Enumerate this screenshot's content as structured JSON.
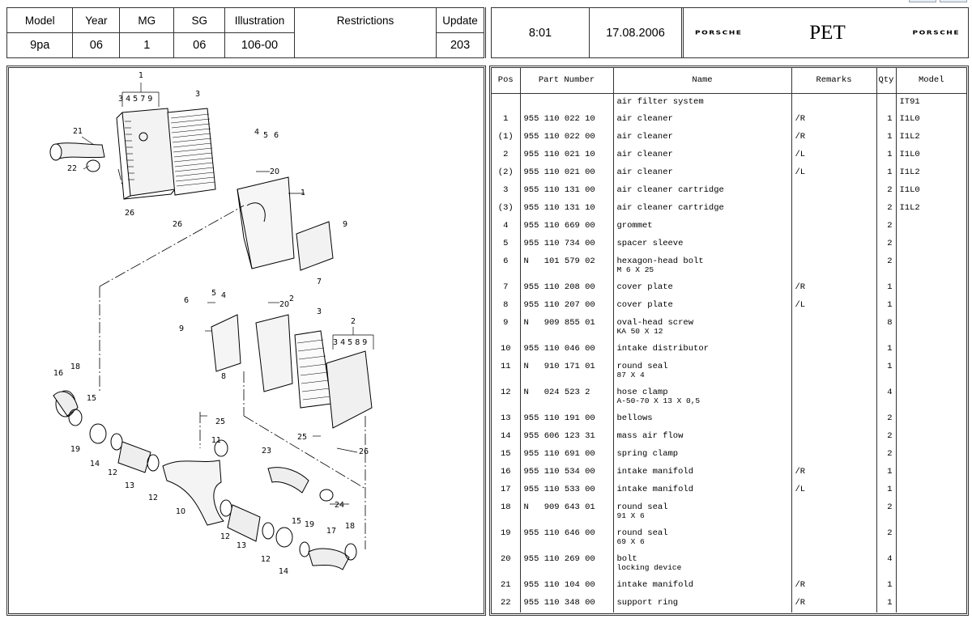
{
  "header": {
    "labels": {
      "model": "Model",
      "year": "Year",
      "mg": "MG",
      "sg": "SG",
      "illustration": "Illustration",
      "restrictions": "Restrictions",
      "update": "Update"
    },
    "values": {
      "model": "9pa",
      "year": "06",
      "mg": "1",
      "sg": "06",
      "illustration": "106-00",
      "restrictions": "",
      "update": "203"
    },
    "time": "8:01",
    "date": "17.08.2006",
    "brand_left": "PORSCHE",
    "app_name": "PET",
    "brand_right": "PORSCHE"
  },
  "parts_table": {
    "columns": [
      "Pos",
      "Part Number",
      "Name",
      "Remarks",
      "Qty",
      "Model"
    ],
    "rows": [
      {
        "pos": "",
        "part": "",
        "name": "air filter system",
        "name2": "",
        "remarks": "",
        "qty": "",
        "model": "IT91"
      },
      {
        "pos": "1",
        "part": "955 110 022 10",
        "name": "air cleaner",
        "name2": "",
        "remarks": "/R",
        "qty": "1",
        "model": "I1L0"
      },
      {
        "pos": "(1)",
        "part": "955 110 022 00",
        "name": "air cleaner",
        "name2": "",
        "remarks": "/R",
        "qty": "1",
        "model": "I1L2"
      },
      {
        "pos": "2",
        "part": "955 110 021 10",
        "name": "air cleaner",
        "name2": "",
        "remarks": "/L",
        "qty": "1",
        "model": "I1L0"
      },
      {
        "pos": "(2)",
        "part": "955 110 021 00",
        "name": "air cleaner",
        "name2": "",
        "remarks": "/L",
        "qty": "1",
        "model": "I1L2"
      },
      {
        "pos": "3",
        "part": "955 110 131 00",
        "name": "air cleaner cartridge",
        "name2": "",
        "remarks": "",
        "qty": "2",
        "model": "I1L0"
      },
      {
        "pos": "(3)",
        "part": "955 110 131 10",
        "name": "air cleaner cartridge",
        "name2": "",
        "remarks": "",
        "qty": "2",
        "model": "I1L2"
      },
      {
        "pos": "4",
        "part": "955 110 669 00",
        "name": "grommet",
        "name2": "",
        "remarks": "",
        "qty": "2",
        "model": ""
      },
      {
        "pos": "5",
        "part": "955 110 734 00",
        "name": "spacer sleeve",
        "name2": "",
        "remarks": "",
        "qty": "2",
        "model": ""
      },
      {
        "pos": "6",
        "part": "N   101 579 02",
        "name": "hexagon-head bolt",
        "name2": "M 6 X 25",
        "remarks": "",
        "qty": "2",
        "model": ""
      },
      {
        "pos": "7",
        "part": "955 110 208 00",
        "name": "cover plate",
        "name2": "",
        "remarks": "/R",
        "qty": "1",
        "model": ""
      },
      {
        "pos": "8",
        "part": "955 110 207 00",
        "name": "cover plate",
        "name2": "",
        "remarks": "/L",
        "qty": "1",
        "model": ""
      },
      {
        "pos": "9",
        "part": "N   909 855 01",
        "name": "oval-head screw",
        "name2": "KA 50 X 12",
        "remarks": "",
        "qty": "8",
        "model": ""
      },
      {
        "pos": "10",
        "part": "955 110 046 00",
        "name": "intake distributor",
        "name2": "",
        "remarks": "",
        "qty": "1",
        "model": ""
      },
      {
        "pos": "11",
        "part": "N   910 171 01",
        "name": "round seal",
        "name2": "87 X 4",
        "remarks": "",
        "qty": "1",
        "model": ""
      },
      {
        "pos": "12",
        "part": "N   024 523 2",
        "name": "hose clamp",
        "name2": "A-50-70 X 13 X 0,5",
        "remarks": "",
        "qty": "4",
        "model": ""
      },
      {
        "pos": "13",
        "part": "955 110 191 00",
        "name": "bellows",
        "name2": "",
        "remarks": "",
        "qty": "2",
        "model": ""
      },
      {
        "pos": "14",
        "part": "955 606 123 31",
        "name": "mass air flow",
        "name2": "",
        "remarks": "",
        "qty": "2",
        "model": ""
      },
      {
        "pos": "15",
        "part": "955 110 691 00",
        "name": "spring clamp",
        "name2": "",
        "remarks": "",
        "qty": "2",
        "model": ""
      },
      {
        "pos": "16",
        "part": "955 110 534 00",
        "name": "intake manifold",
        "name2": "",
        "remarks": "/R",
        "qty": "1",
        "model": ""
      },
      {
        "pos": "17",
        "part": "955 110 533 00",
        "name": "intake manifold",
        "name2": "",
        "remarks": "/L",
        "qty": "1",
        "model": ""
      },
      {
        "pos": "18",
        "part": "N   909 643 01",
        "name": "round seal",
        "name2": "91 X 6",
        "remarks": "",
        "qty": "2",
        "model": ""
      },
      {
        "pos": "19",
        "part": "955 110 646 00",
        "name": "round seal",
        "name2": "69 X 6",
        "remarks": "",
        "qty": "2",
        "model": ""
      },
      {
        "pos": "20",
        "part": "955 110 269 00",
        "name": "bolt",
        "name2": "locking device",
        "remarks": "",
        "qty": "4",
        "model": ""
      },
      {
        "pos": "21",
        "part": "955 110 104 00",
        "name": "intake manifold",
        "name2": "",
        "remarks": "/R",
        "qty": "1",
        "model": ""
      },
      {
        "pos": "22",
        "part": "955 110 348 00",
        "name": "support ring",
        "name2": "",
        "remarks": "/R",
        "qty": "1",
        "model": ""
      }
    ]
  },
  "illustration": {
    "callouts": [
      "1",
      "3",
      "4",
      "5",
      "6",
      "20",
      "1",
      "21",
      "22",
      "26",
      "26",
      "9",
      "7",
      "5",
      "4",
      "6",
      "20",
      "2",
      "3",
      "2",
      "9",
      "8",
      "16",
      "18",
      "15",
      "19",
      "14",
      "12",
      "13",
      "12",
      "25",
      "11",
      "10",
      "23",
      "24",
      "25",
      "26",
      "12",
      "13",
      "12",
      "15",
      "19",
      "17",
      "18",
      "14"
    ],
    "subgroup_labels": [
      "3 4  5 7 9",
      "3 4  5 8 9"
    ]
  }
}
